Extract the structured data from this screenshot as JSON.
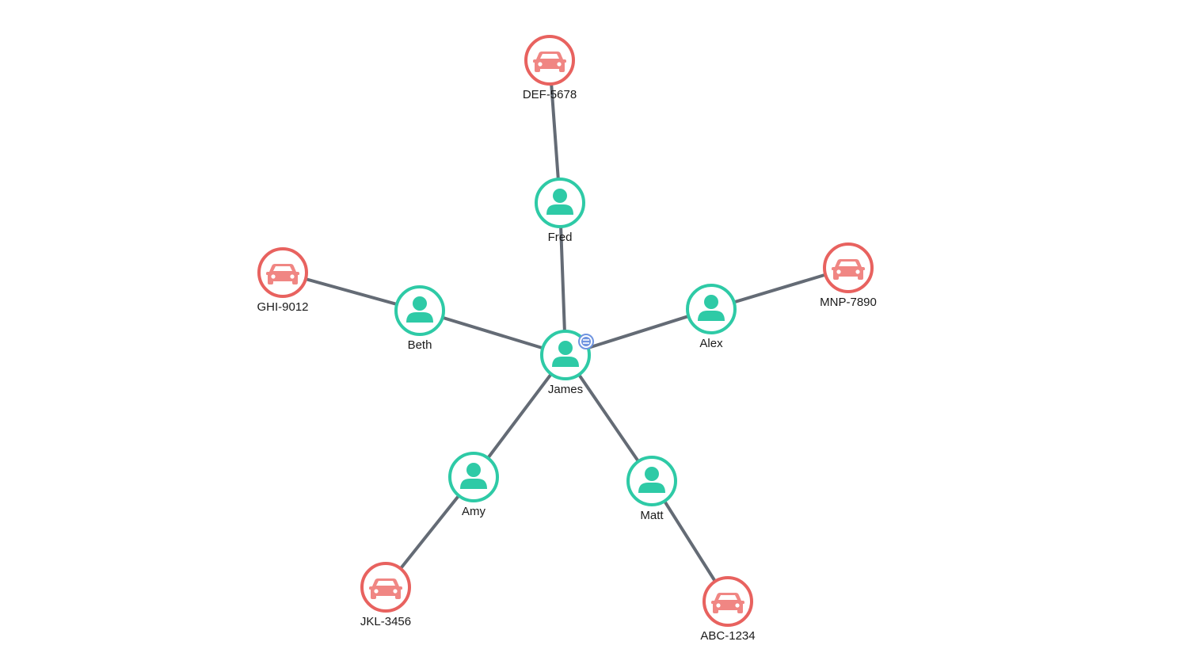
{
  "colors": {
    "person": "#2ecaa6",
    "vehicle": "#e8625f",
    "vehicle_icon": "#f08683",
    "edge": "#646b75",
    "badge": "#6f94e0"
  },
  "nodes": [
    {
      "id": "james",
      "label": "James",
      "type": "person",
      "icon": "person-icon",
      "badge": "combo-icon"
    },
    {
      "id": "fred",
      "label": "Fred",
      "type": "person",
      "icon": "person-icon"
    },
    {
      "id": "beth",
      "label": "Beth",
      "type": "person",
      "icon": "person-icon"
    },
    {
      "id": "alex",
      "label": "Alex",
      "type": "person",
      "icon": "person-icon"
    },
    {
      "id": "amy",
      "label": "Amy",
      "type": "person",
      "icon": "person-icon"
    },
    {
      "id": "matt",
      "label": "Matt",
      "type": "person",
      "icon": "person-icon"
    },
    {
      "id": "def5678",
      "label": "DEF-5678",
      "type": "vehicle",
      "icon": "car-icon"
    },
    {
      "id": "ghi9012",
      "label": "GHI-9012",
      "type": "vehicle",
      "icon": "car-icon"
    },
    {
      "id": "mnp7890",
      "label": "MNP-7890",
      "type": "vehicle",
      "icon": "car-icon"
    },
    {
      "id": "jkl3456",
      "label": "JKL-3456",
      "type": "vehicle",
      "icon": "car-icon"
    },
    {
      "id": "abc1234",
      "label": "ABC-1234",
      "type": "vehicle",
      "icon": "car-icon"
    }
  ],
  "edges": [
    {
      "from": "james",
      "to": "fred"
    },
    {
      "from": "james",
      "to": "beth"
    },
    {
      "from": "james",
      "to": "alex"
    },
    {
      "from": "james",
      "to": "amy"
    },
    {
      "from": "james",
      "to": "matt"
    },
    {
      "from": "fred",
      "to": "def5678"
    },
    {
      "from": "beth",
      "to": "ghi9012"
    },
    {
      "from": "alex",
      "to": "mnp7890"
    },
    {
      "from": "amy",
      "to": "jkl3456"
    },
    {
      "from": "matt",
      "to": "abc1234"
    }
  ]
}
